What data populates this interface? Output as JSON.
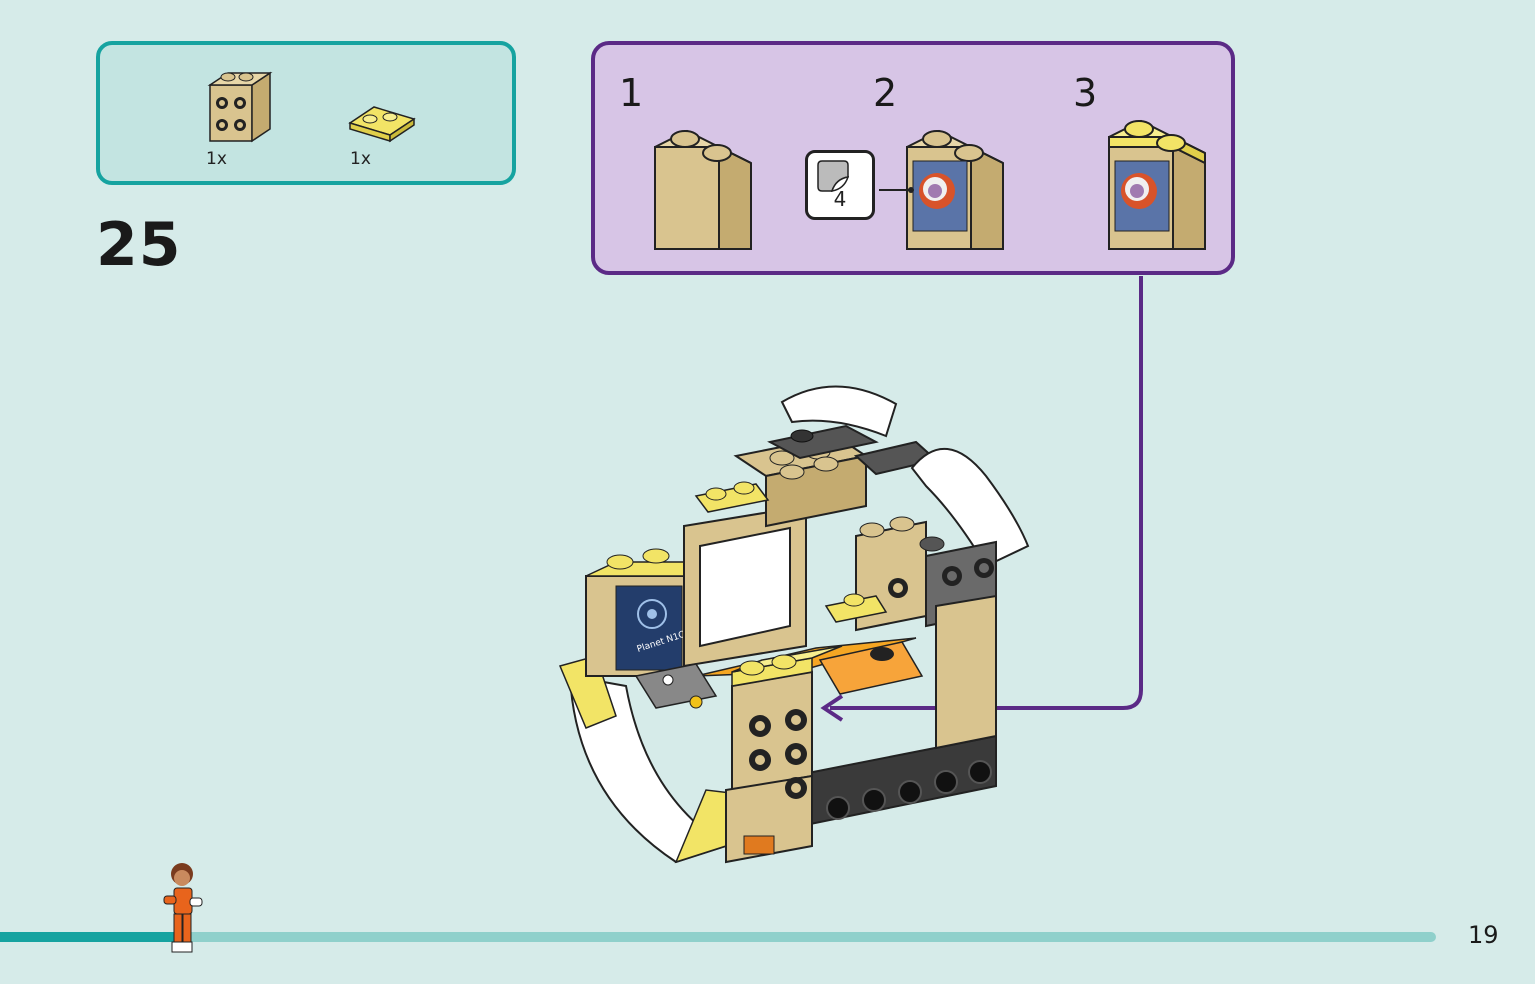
{
  "step": {
    "number": "25"
  },
  "parts": [
    {
      "qty": "1x",
      "icon": "tan-brick-2x2-studs-side-icon"
    },
    {
      "qty": "1x",
      "icon": "trans-yellow-plate-1x2-icon"
    }
  ],
  "substeps": [
    {
      "number": "1"
    },
    {
      "number": "2",
      "sticker": "4"
    },
    {
      "number": "3"
    }
  ],
  "model": {
    "decal_text": "Planet N1C3"
  },
  "page": {
    "number": "19"
  },
  "colors": {
    "background": "#d6ebe9",
    "parts_border": "#16a3a0",
    "substep_border": "#5b2a86",
    "substep_fill": "#d7c5e6",
    "tan": "#d9c48f",
    "trans_yellow": "#f2e466",
    "progress": "#16a3a0"
  }
}
